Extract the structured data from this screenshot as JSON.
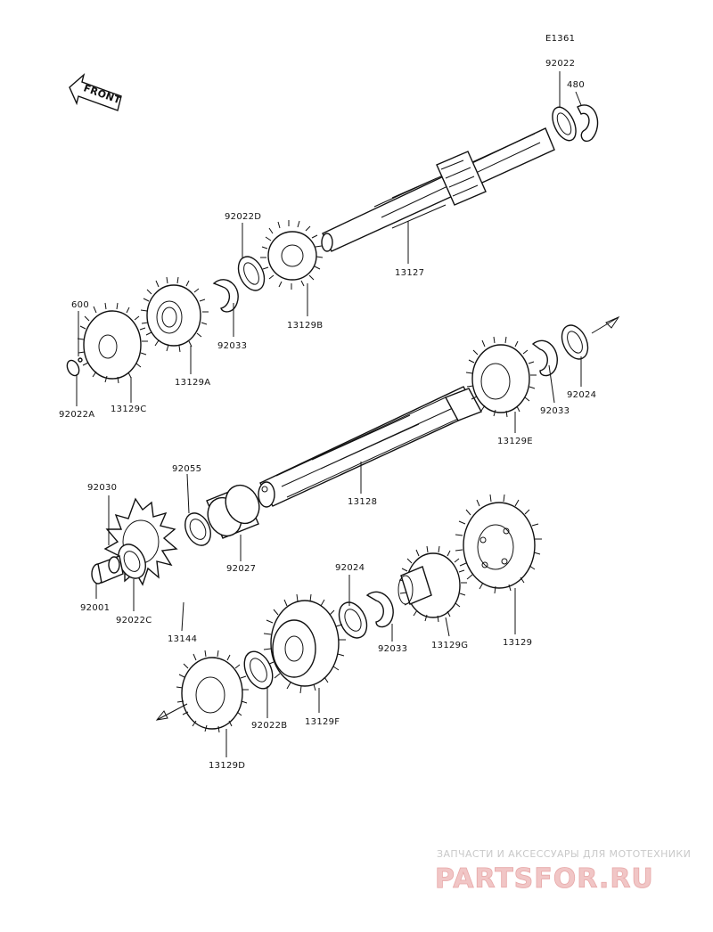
{
  "diagram_code": "E1361",
  "front_label": "FRONT",
  "labels": {
    "p92022": "92022",
    "p480": "480",
    "p92022D": "92022D",
    "p13127": "13127",
    "p600": "600",
    "p92033_top": "92033",
    "p13129B": "13129B",
    "p13129A": "13129A",
    "p92022A": "92022A",
    "p13129C": "13129C",
    "p92024_mid": "92024",
    "p92033_mid": "92033",
    "p13129E": "13129E",
    "p13128": "13128",
    "p92055": "92055",
    "p92030": "92030",
    "p92027": "92027",
    "p92001": "92001",
    "p92022C": "92022C",
    "p13144": "13144",
    "p92024_low": "92024",
    "p92033_low": "92033",
    "p13129G": "13129G",
    "p13129": "13129",
    "p92022B": "92022B",
    "p13129F": "13129F",
    "p13129D": "13129D"
  },
  "watermark": {
    "tagline": "ЗАПЧАСТИ И АКСЕССУАРЫ ДЛЯ МОТОТЕХНИКИ",
    "logo": "PARTSFOR.RU"
  }
}
